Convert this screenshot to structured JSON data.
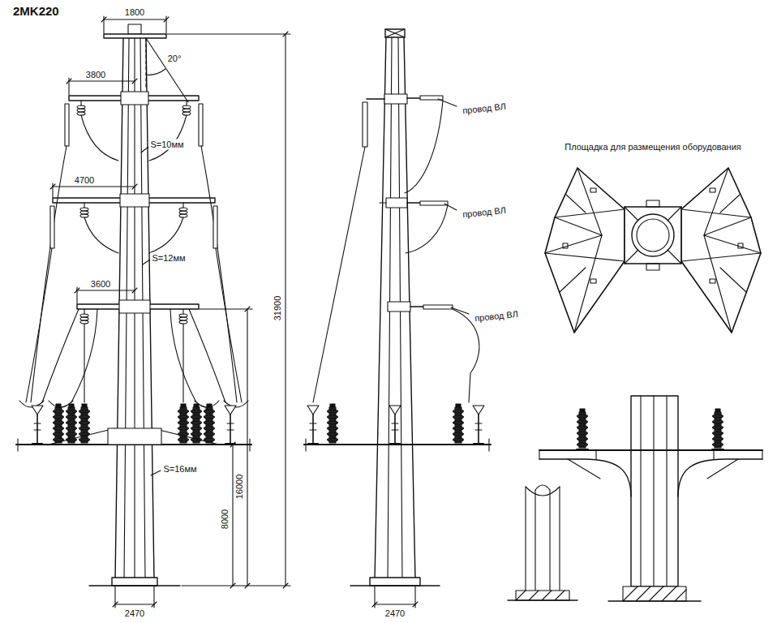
{
  "diagram": {
    "title": "2MK220",
    "labels": [
      "1800",
      "20°",
      "3800",
      "S=10мм",
      "4700",
      "S=12мм",
      "3600",
      "31900",
      "16000",
      "8000",
      "S=16мм",
      "2470",
      "провод ВЛ",
      "провод ВЛ",
      "провод ВЛ",
      "2470",
      "Площадка для размещения оборудования"
    ]
  }
}
